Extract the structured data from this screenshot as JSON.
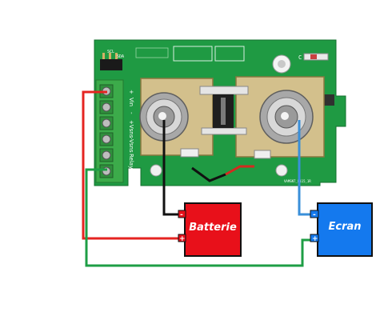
{
  "battery": {
    "label": "Batterie",
    "minus": "-",
    "plus": "+"
  },
  "screen": {
    "label": "Ecran",
    "minus": "-",
    "plus": "+"
  },
  "board": {
    "terminal_labels": [
      "+",
      "Vin",
      "-",
      "+Vsns",
      "-Vsns",
      "Relay+"
    ],
    "top_labels": [
      "SDA",
      "SCL"
    ]
  },
  "colors": {
    "pcb": "#1f9a43",
    "battery": "#e8101a",
    "screen": "#1479ee",
    "wire_red": "#e52421",
    "wire_green": "#1e9e45",
    "wire_black": "#111111",
    "wire_blue": "#3a8fd9"
  }
}
